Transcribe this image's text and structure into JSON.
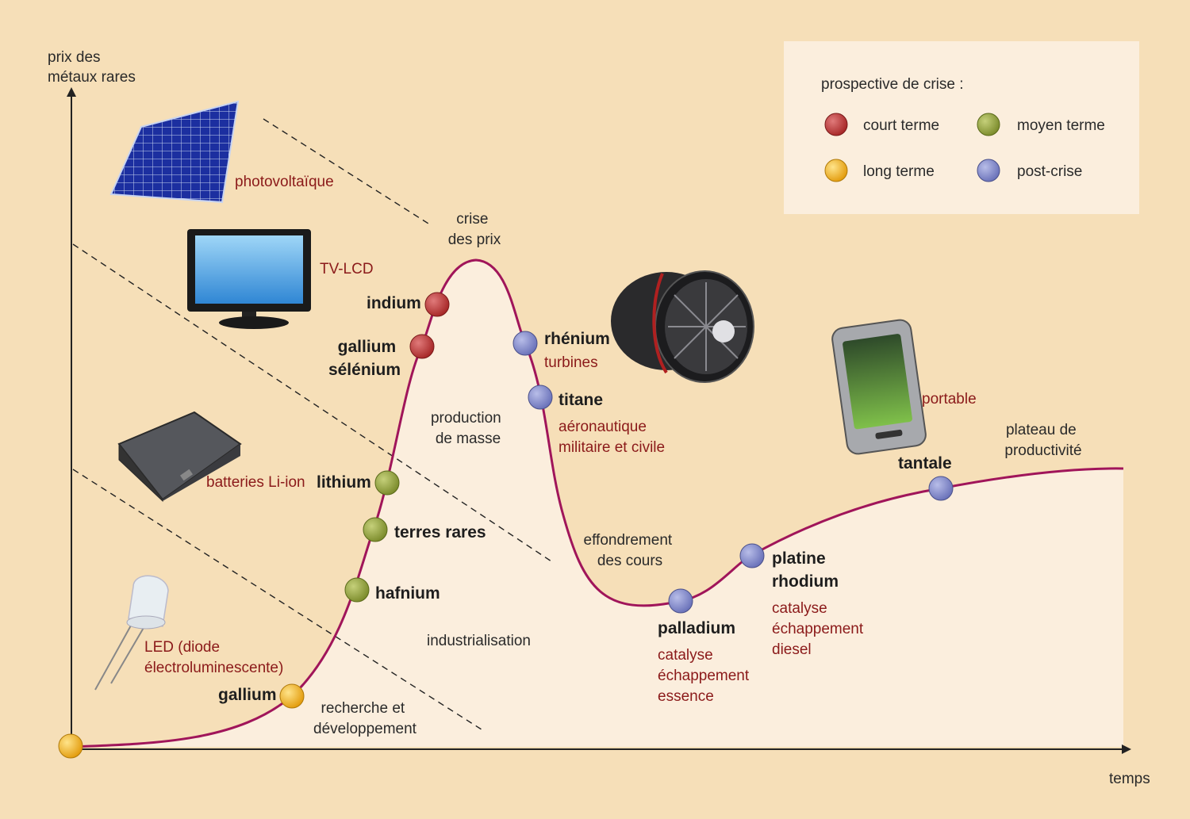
{
  "colors": {
    "background": "#f6dfb8",
    "under_curve": "#fbeedd",
    "curve": "#a0155a",
    "legend_bg": "#fbeedd",
    "short_term": "#b83232",
    "medium_term": "#8a9a3a",
    "long_term": "#f0b21a",
    "post_crisis": "#7f86c8",
    "application_text": "#8b1a1a"
  },
  "axes": {
    "y_label": [
      "prix des",
      "métaux rares"
    ],
    "x_label": "temps"
  },
  "legend": {
    "title": "prospective de crise :",
    "items": [
      {
        "key": "short_term",
        "label": "court terme"
      },
      {
        "key": "medium_term",
        "label": "moyen terme"
      },
      {
        "key": "long_term",
        "label": "long terme"
      },
      {
        "key": "post_crisis",
        "label": "post-crise"
      }
    ]
  },
  "phases": {
    "crisis": [
      "crise",
      "des prix"
    ],
    "mass_production": [
      "production",
      "de masse"
    ],
    "collapse": [
      "effondrement",
      "des cours"
    ],
    "plateau": [
      "plateau de",
      "productivité"
    ],
    "industrialisation": "industrialisation",
    "rnd": [
      "recherche et",
      "développement"
    ]
  },
  "applications": {
    "photovoltaic": "photovoltaïque",
    "tv": "TV-LCD",
    "batteries": "batteries Li-ion",
    "led": [
      "LED (diode",
      "électroluminescente)"
    ],
    "turbines": "turbines",
    "aero": [
      "aéronautique",
      "militaire et civile"
    ],
    "portable": "portable",
    "catalysis_petrol": [
      "catalyse",
      "échappement",
      "essence"
    ],
    "catalysis_diesel": [
      "catalyse",
      "échappement",
      "diesel"
    ]
  },
  "metals": {
    "indium": "indium",
    "gallium_selenium": [
      "gallium",
      "sélénium"
    ],
    "lithium": "lithium",
    "rare_earths": "terres rares",
    "hafnium": "hafnium",
    "gallium": "gallium",
    "rhenium": "rhénium",
    "titanium": "titane",
    "palladium": "palladium",
    "platinum_rhodium": [
      "platine",
      "rhodium"
    ],
    "tantalum": "tantale"
  }
}
